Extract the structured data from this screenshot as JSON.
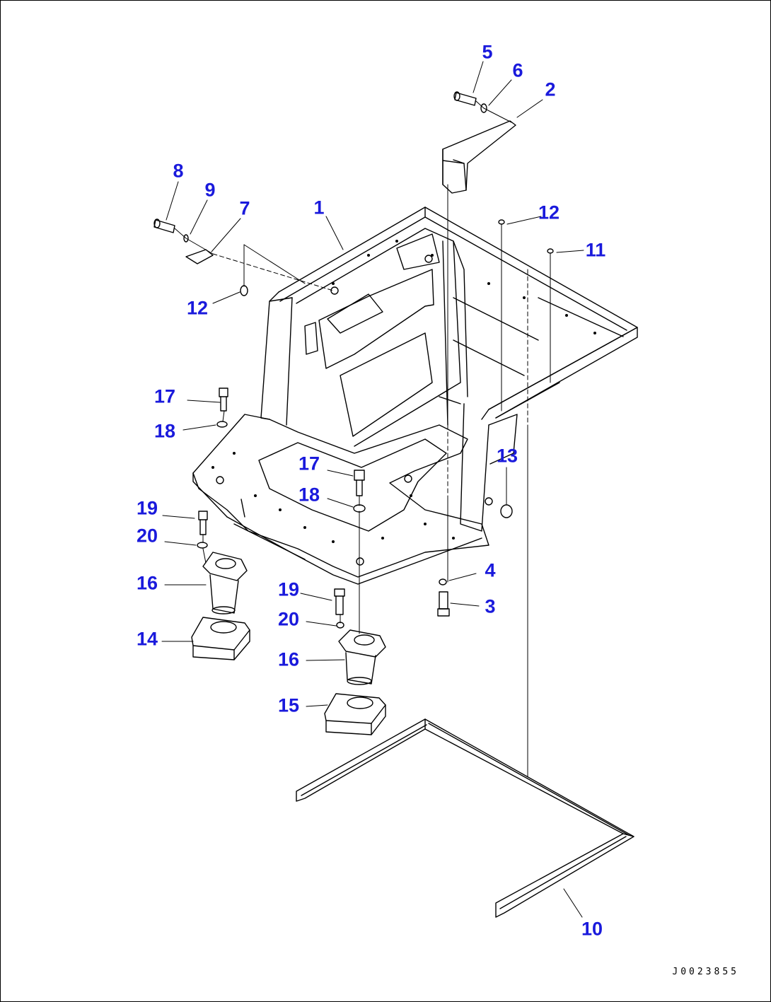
{
  "colors": {
    "callout": "#1a1adc",
    "line": "#000000",
    "background": "#ffffff"
  },
  "callouts": [
    {
      "id": "c5",
      "label": "5"
    },
    {
      "id": "c6",
      "label": "6"
    },
    {
      "id": "c2",
      "label": "2"
    },
    {
      "id": "c8",
      "label": "8"
    },
    {
      "id": "c9",
      "label": "9"
    },
    {
      "id": "c7",
      "label": "7"
    },
    {
      "id": "c1",
      "label": "1"
    },
    {
      "id": "c12a",
      "label": "12"
    },
    {
      "id": "c11",
      "label": "11"
    },
    {
      "id": "c12b",
      "label": "12"
    },
    {
      "id": "c17a",
      "label": "17"
    },
    {
      "id": "c18a",
      "label": "18"
    },
    {
      "id": "c17b",
      "label": "17"
    },
    {
      "id": "c13",
      "label": "13"
    },
    {
      "id": "c18b",
      "label": "18"
    },
    {
      "id": "c19a",
      "label": "19"
    },
    {
      "id": "c20a",
      "label": "20"
    },
    {
      "id": "c16a",
      "label": "16"
    },
    {
      "id": "c4",
      "label": "4"
    },
    {
      "id": "c19b",
      "label": "19"
    },
    {
      "id": "c3",
      "label": "3"
    },
    {
      "id": "c20b",
      "label": "20"
    },
    {
      "id": "c14",
      "label": "14"
    },
    {
      "id": "c16b",
      "label": "16"
    },
    {
      "id": "c15",
      "label": "15"
    },
    {
      "id": "c10",
      "label": "10"
    }
  ],
  "drawing_id": "J0023855"
}
